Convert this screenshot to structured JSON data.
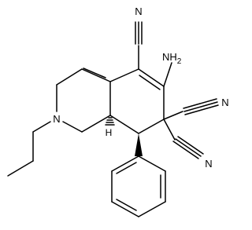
{
  "atoms": {
    "cn_top_n": "N",
    "amino": "NH",
    "amino_sub": "2",
    "ring_n": "N",
    "cn_right_n": "N",
    "cn_lower_n": "N",
    "stereo_h": "H"
  }
}
